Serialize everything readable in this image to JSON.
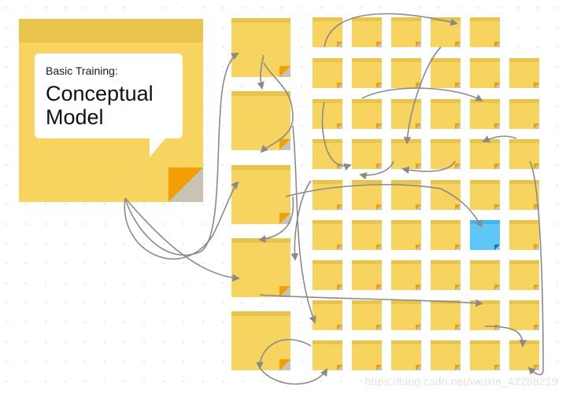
{
  "title_note": {
    "subtitle": "Basic Training:",
    "title": "Conceptual\nModel"
  },
  "watermark": "https://blog.csdn.net/weixin_42288219",
  "colors": {
    "note": "#f7d35f",
    "note_top": "#e8c44d",
    "corner": "#f29f05",
    "highlight": "#5ec7f5",
    "arrow": "#8a8a8a"
  },
  "grid": {
    "rows": 9,
    "cols": 6,
    "first_row_count": 5,
    "highlighted": [
      5,
      4
    ]
  },
  "column_notes": 5
}
